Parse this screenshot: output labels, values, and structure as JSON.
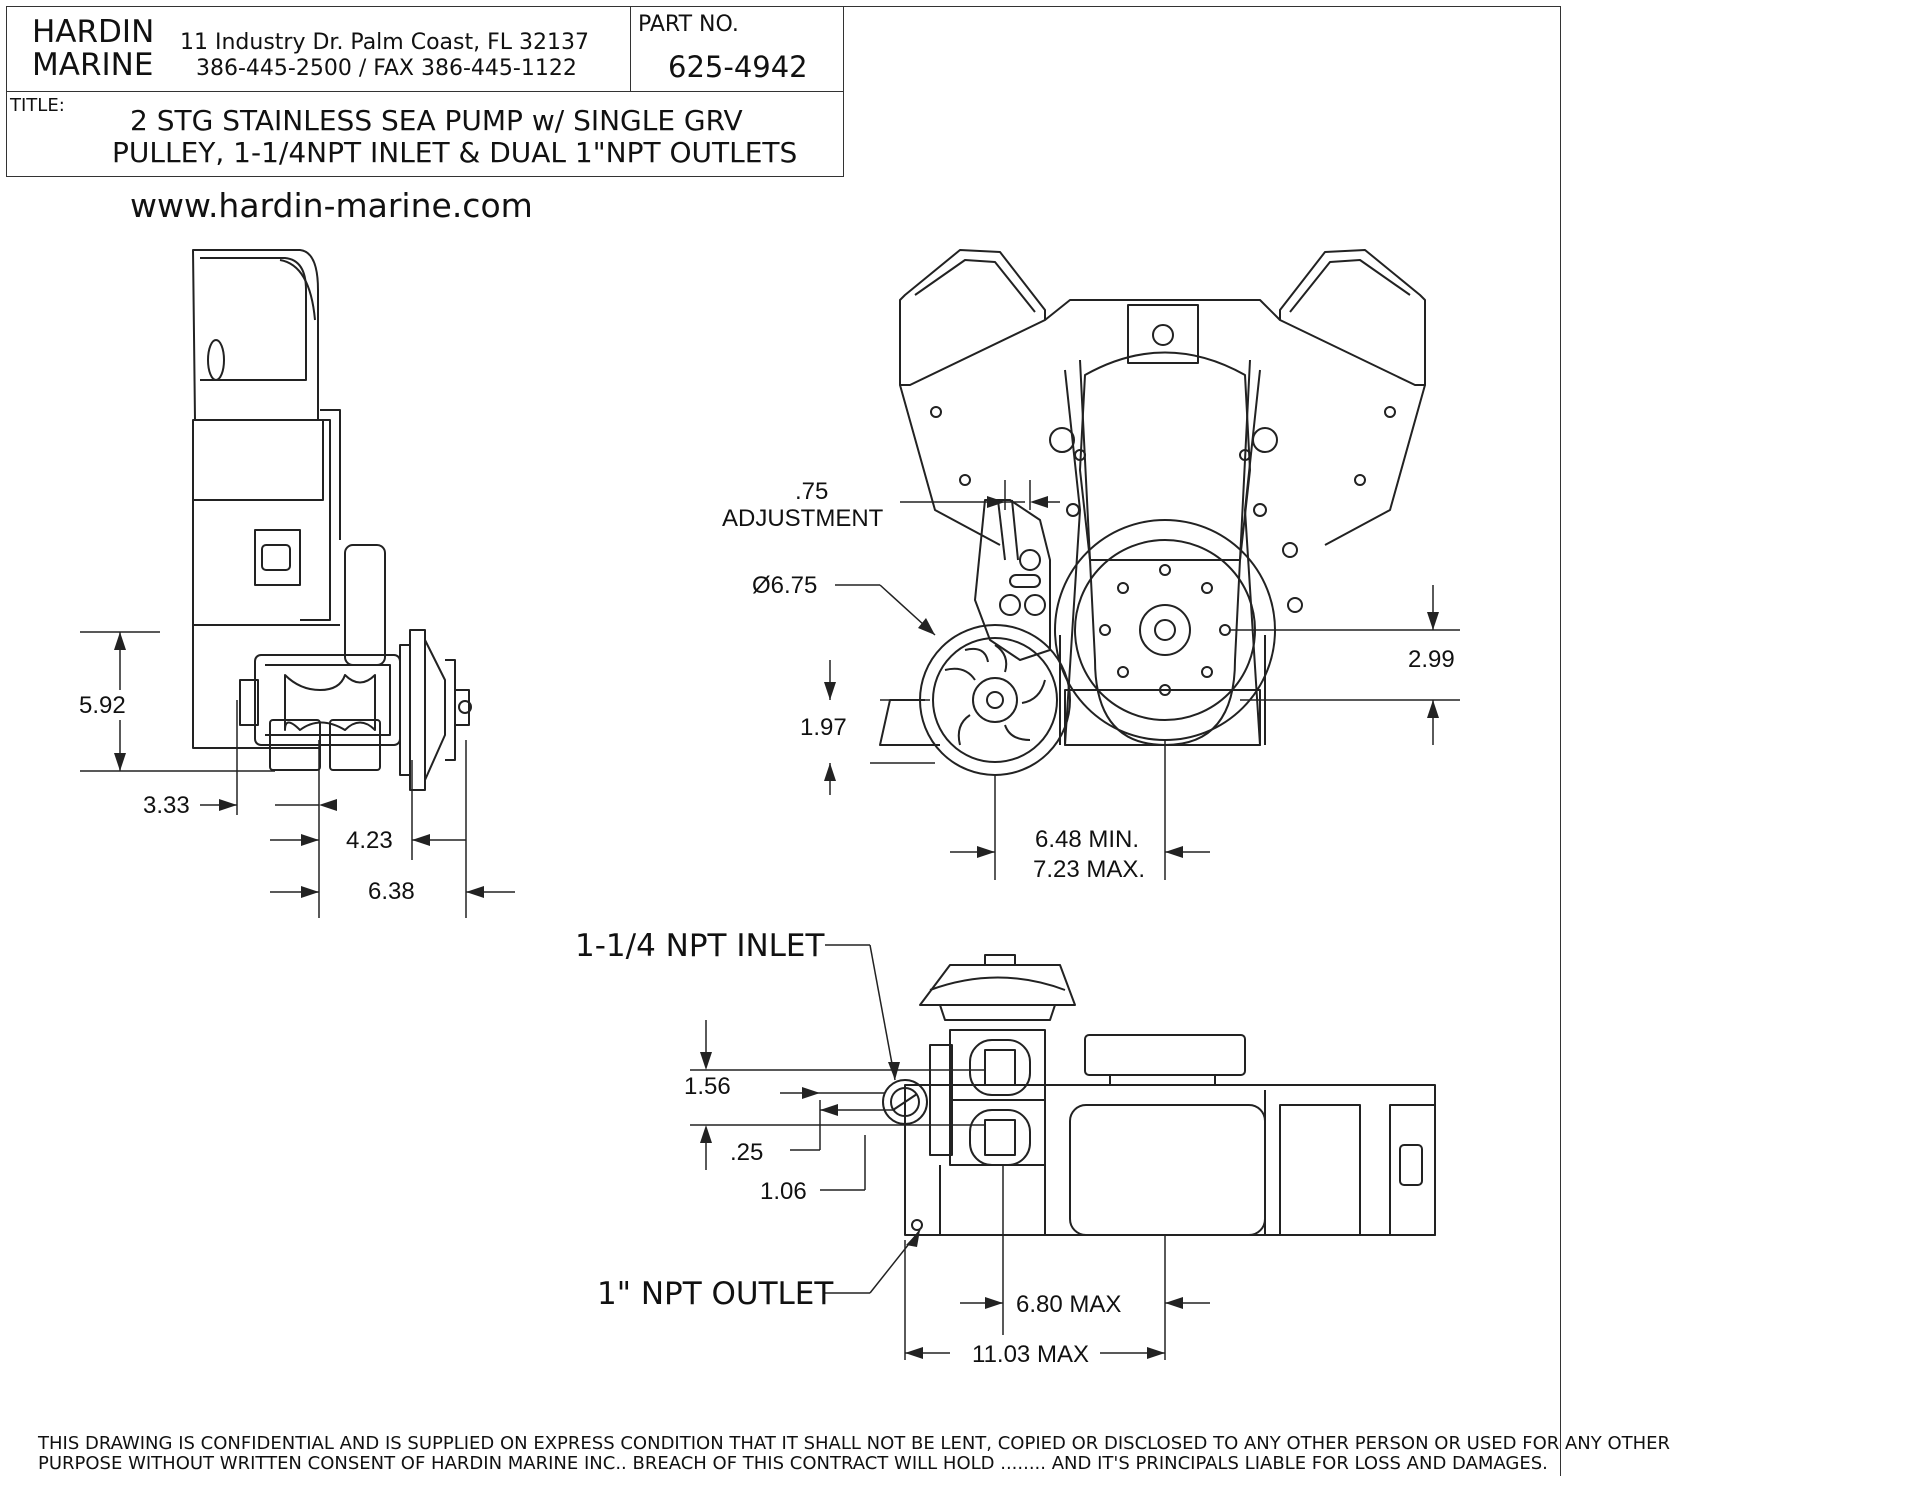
{
  "title_block": {
    "company_line1": "HARDIN",
    "company_line2": "MARINE",
    "address": "11 Industry Dr. Palm Coast, FL 32137",
    "phone": "386-445-2500 / FAX 386-445-1122",
    "part_no_label": "PART NO.",
    "part_no": "625-4942",
    "title_label": "TITLE:",
    "title_line1": "2 STG STAINLESS SEA PUMP w/ SINGLE GRV",
    "title_line2": "PULLEY, 1-1/4NPT INLET & DUAL 1\"NPT OUTLETS"
  },
  "website": "www.hardin-marine.com",
  "side_view": {
    "dim_height": "5.92",
    "dim_a": "3.33",
    "dim_b": "4.23",
    "dim_c": "6.38"
  },
  "front_view": {
    "adjust_value": ".75",
    "adjust_label": "ADJUSTMENT",
    "pulley_dia": "Ø6.75",
    "dim_right": "2.99",
    "dim_left": "1.97",
    "center_min": "6.48 MIN.",
    "center_max": "7.23 MAX."
  },
  "top_view": {
    "inlet_label": "1-1/4 NPT INLET",
    "outlet_label": "1\" NPT OUTLET",
    "dim_156": "1.56",
    "dim_025": ".25",
    "dim_106": "1.06",
    "dim_680": "6.80 MAX",
    "dim_1103": "11.03 MAX"
  },
  "footer": {
    "line1": "THIS DRAWING IS CONFIDENTIAL AND IS SUPPLIED ON EXPRESS CONDITION THAT IT SHALL NOT BE LENT, COPIED OR DISCLOSED TO ANY OTHER PERSON OR USED FOR ANY OTHER",
    "line2": "PURPOSE WITHOUT WRITTEN  CONSENT OF HARDIN MARINE INC.. BREACH OF THIS CONTRACT WILL HOLD ........ AND IT'S PRINCIPALS LIABLE FOR LOSS AND DAMAGES."
  }
}
